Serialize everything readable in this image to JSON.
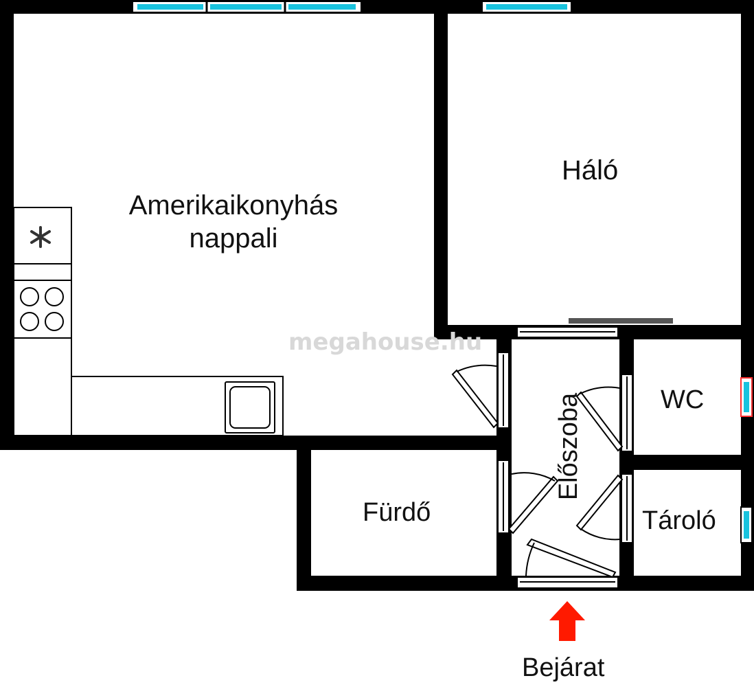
{
  "rooms": {
    "living": [
      "Amerikaikonyhás",
      "nappali"
    ],
    "bedroom": "Háló",
    "hall": "Előszoba",
    "wc": "WC",
    "bath": "Fürdő",
    "storage": "Tároló"
  },
  "entrance_label": "Bejárat",
  "watermark": "megahouse.hu",
  "colors": {
    "wall": "#000000",
    "window_glass": "#19c3de",
    "door": "#ffffff",
    "entrance_arrow": "#ff1a00",
    "sliding_track": "#555555",
    "watermark": "#d8d8d8",
    "background": "#ffffff"
  },
  "icons": {
    "kitchen_fan": "asterisk-icon",
    "cooktop": "burner-icon",
    "sink": "sink-icon",
    "entrance": "arrow-up-icon"
  }
}
